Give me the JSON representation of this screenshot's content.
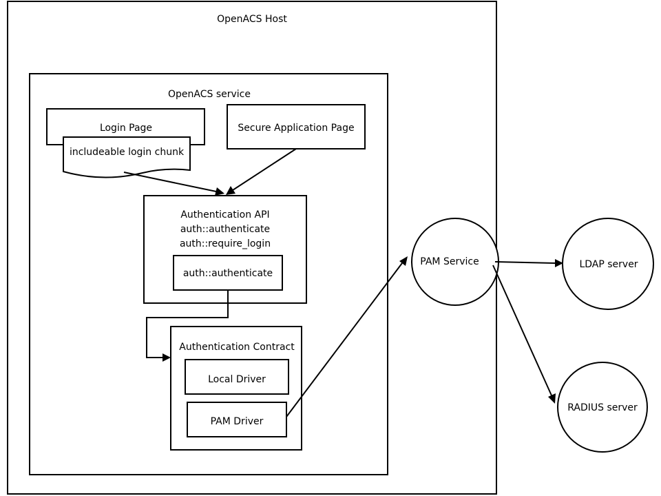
{
  "host": {
    "label": "OpenACS Host"
  },
  "service": {
    "label": "OpenACS service"
  },
  "login_page": {
    "label": "Login Page"
  },
  "login_chunk": {
    "label": "includeable login chunk"
  },
  "secure_page": {
    "label": "Secure Application Page"
  },
  "auth_api": {
    "lines": [
      "Authentication API",
      "auth::authenticate",
      "auth::require_login"
    ]
  },
  "auth_api_inner": {
    "label": "auth::authenticate"
  },
  "auth_contract": {
    "label": "Authentication Contract"
  },
  "local_driver": {
    "label": "Local Driver"
  },
  "pam_driver": {
    "label": "PAM Driver"
  },
  "pam_service": {
    "label": "PAM Service"
  },
  "ldap_server": {
    "label": "LDAP server"
  },
  "radius_server": {
    "label": "RADIUS server"
  }
}
